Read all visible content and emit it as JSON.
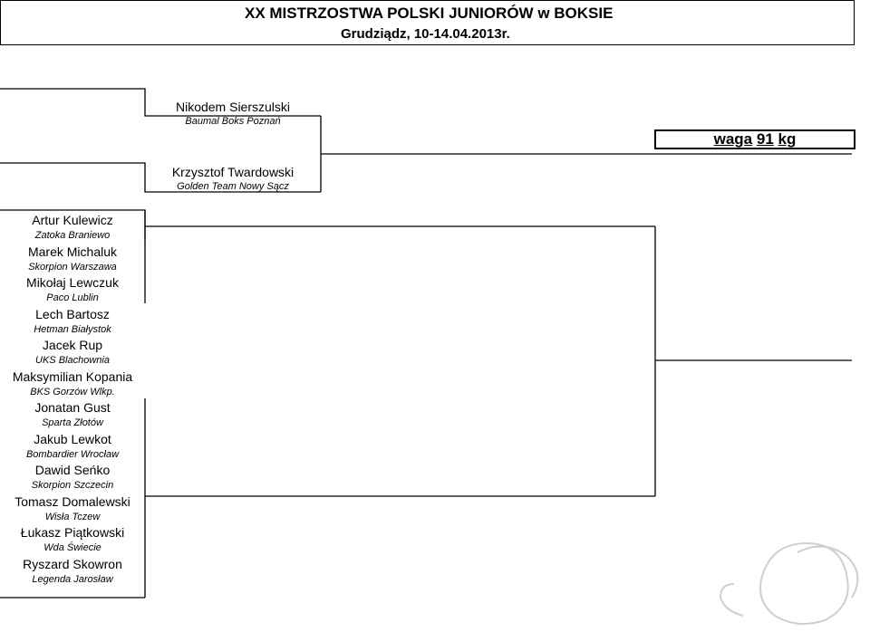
{
  "header": {
    "title": "XX MISTRZOSTWA POLSKI JUNIORÓW w BOKSIE",
    "subtitle": "Grudziądz, 10-14.04.2013r."
  },
  "weight": {
    "label": "waga",
    "value": "91",
    "unit": "kg"
  },
  "seeded": [
    {
      "name": "Nikodem Sierszulski",
      "club": "Baumal Boks Poznań"
    },
    {
      "name": "Krzysztof Twardowski",
      "club": "Golden Team Nowy Sącz"
    }
  ],
  "fighters": [
    {
      "name": "Artur Kulewicz",
      "club": "Zatoka Braniewo"
    },
    {
      "name": "Marek Michaluk",
      "club": "Skorpion Warszawa"
    },
    {
      "name": "Mikołaj Lewczuk",
      "club": "Paco Lublin"
    },
    {
      "name": "Lech Bartosz",
      "club": "Hetman Białystok"
    },
    {
      "name": "Jacek Rup",
      "club": "UKS Blachownia"
    },
    {
      "name": "Maksymilian Kopania",
      "club": "BKS Gorzów Wlkp."
    },
    {
      "name": "Jonatan Gust",
      "club": "Sparta Złotów"
    },
    {
      "name": "Jakub Lewkot",
      "club": "Bombardier Wrocław"
    },
    {
      "name": "Dawid Seńko",
      "club": "Skorpion Szczecin"
    },
    {
      "name": "Tomasz Domalewski",
      "club": "Wisła Tczew"
    },
    {
      "name": "Łukasz Piątkowski",
      "club": "Wda Świecie"
    },
    {
      "name": "Ryszard Skowron",
      "club": "Legenda Jarosław"
    }
  ]
}
